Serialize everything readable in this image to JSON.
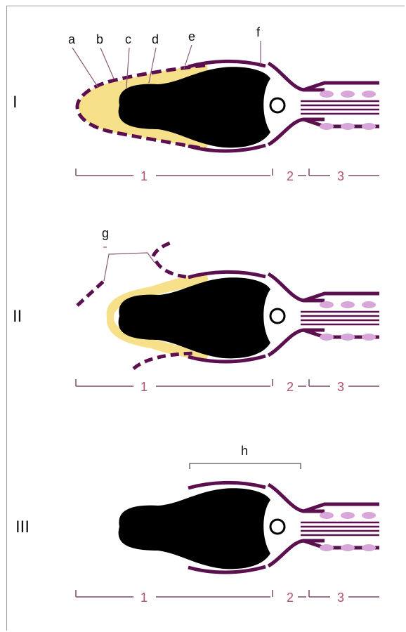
{
  "panels": [
    {
      "roman": "I"
    },
    {
      "roman": "II"
    },
    {
      "roman": "III"
    }
  ],
  "letters": {
    "a": "a",
    "b": "b",
    "c": "c",
    "d": "d",
    "e": "e",
    "f": "f",
    "g": "g",
    "h": "h"
  },
  "segments": [
    "1",
    "2",
    "3"
  ],
  "colors": {
    "membrane": "#5b0f4f",
    "cytoplasm": "#f7e08a",
    "nucleus": "#000000",
    "mitochondria": "#d8a6d8",
    "segment_label": "#b0506a",
    "bracket": "#7a4a6a"
  }
}
